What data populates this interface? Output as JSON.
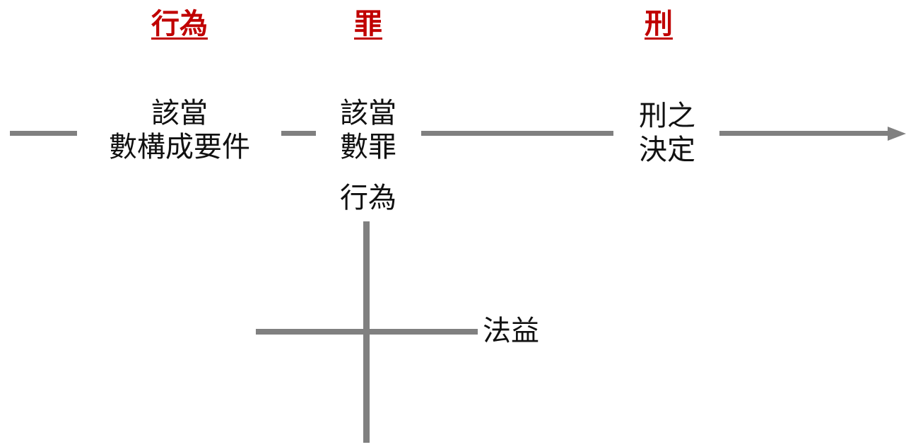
{
  "headers": {
    "act": "行為",
    "crime": "罪",
    "punishment": "刑"
  },
  "nodes": {
    "elements": [
      "該當",
      "數構成要件"
    ],
    "crime_act": [
      "該當",
      "數罪",
      "行為"
    ],
    "sentence": [
      "刑之",
      "決定"
    ]
  },
  "cross_label": "法益",
  "colors": {
    "header": "#c00000",
    "line": "#808080",
    "text": "#111111"
  }
}
